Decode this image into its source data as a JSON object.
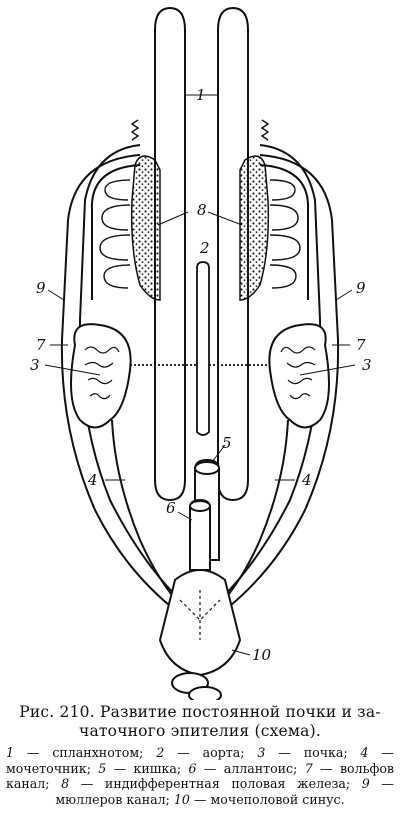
{
  "figure": {
    "labels": {
      "l1": "1",
      "l2": "2",
      "l3_left": "3",
      "l3_right": "3",
      "l4_left": "4",
      "l4_right": "4",
      "l5": "5",
      "l6": "6",
      "l7_left": "7",
      "l7_right": "7",
      "l8": "8",
      "l9_left": "9",
      "l9_right": "9",
      "l10": "10"
    }
  },
  "caption": {
    "title_line1": "Рис. 210. Развитие постоянной почки и за-",
    "title_line2": "чаточного эпителия (схема).",
    "legend": [
      {
        "num": "1",
        "text": " — спланхнотом; "
      },
      {
        "num": "2",
        "text": " — аорта; "
      },
      {
        "num": "3",
        "text": " — почка; "
      },
      {
        "num": "4",
        "text": " — мочеточник; "
      },
      {
        "num": "5",
        "text": " — кишка; "
      },
      {
        "num": "6",
        "text": " — аллантоис; "
      },
      {
        "num": "7",
        "text": " — вольфов канал; "
      },
      {
        "num": "8",
        "text": " — индифферентная половая железа; "
      },
      {
        "num": "9",
        "text": " — мюллеров канал; "
      },
      {
        "num": "10",
        "text": " — мочеполовой синус."
      }
    ]
  }
}
